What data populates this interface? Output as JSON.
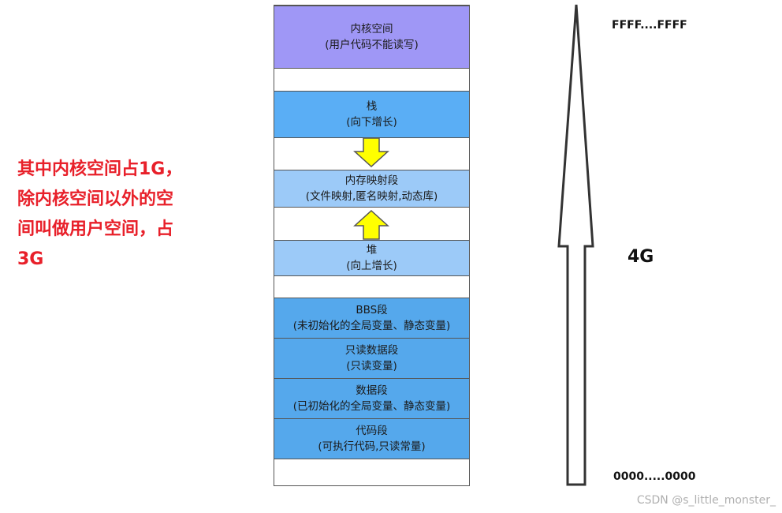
{
  "annotation": {
    "lines": [
      "其中内核空间占1G，",
      "除内核空间以外的空",
      "间叫做用户空间，占",
      "3G"
    ]
  },
  "segments": [
    {
      "title": "内核空间",
      "subtitle": "(用户代码不能读写)"
    },
    {
      "title": "栈",
      "subtitle": "(向下增长)"
    },
    {
      "title": "内存映射段",
      "subtitle": "(文件映射,匿名映射,动态库)"
    },
    {
      "title": "堆",
      "subtitle": "(向上增长)"
    },
    {
      "title": "BBS段",
      "subtitle": "(未初始化的全局变量、静态变量)"
    },
    {
      "title": "只读数据段",
      "subtitle": "(只读变量)"
    },
    {
      "title": "数据段",
      "subtitle": "(已初始化的全局变量、静态变量)"
    },
    {
      "title": "代码段",
      "subtitle": "(可执行代码,只读常量)"
    }
  ],
  "address": {
    "top": "FFFF....FFFF",
    "bottom": "0000.....0000",
    "size": "4G"
  },
  "watermark": "CSDN @s_little_monster_",
  "colors": {
    "annotation_text": "#e8202a",
    "kernel": "#9f97f6",
    "segment_blue": "#5aaef5",
    "segment_light": "#9ccaf8",
    "small_arrow": "#ffff00"
  }
}
